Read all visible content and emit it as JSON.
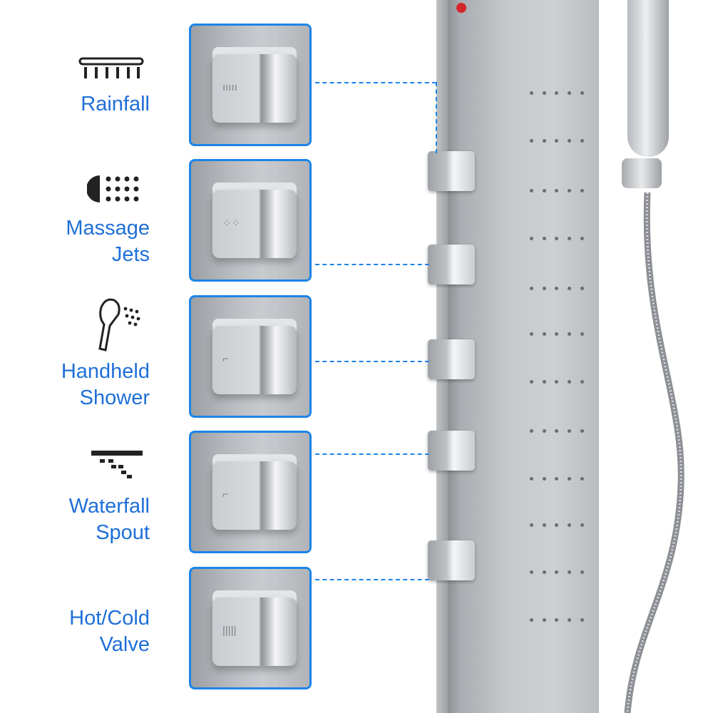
{
  "features": [
    {
      "id": "rainfall",
      "icon": "rainfall-shower-icon",
      "label_lines": [
        "Rainfall"
      ],
      "glyph": "ııııı"
    },
    {
      "id": "massage",
      "icon": "massage-jets-icon",
      "label_lines": [
        "Massage",
        "Jets"
      ],
      "glyph": "⁘⁘"
    },
    {
      "id": "handheld",
      "icon": "handheld-shower-icon",
      "label_lines": [
        "Handheld",
        "Shower"
      ],
      "glyph": "⌐"
    },
    {
      "id": "waterfall",
      "icon": "waterfall-spout-icon",
      "label_lines": [
        "Waterfall",
        "Spout"
      ],
      "glyph": "⌐"
    },
    {
      "id": "valve",
      "icon": "hot-cold-valve-icon",
      "label_lines": [
        "Hot/Cold",
        "Valve"
      ],
      "glyph": "|||||"
    }
  ],
  "colors": {
    "label_blue": "#1f6fd8",
    "accent_blue": "#1d84e8",
    "steel": "#c7c9cc",
    "indicator_red": "#d3262b"
  }
}
